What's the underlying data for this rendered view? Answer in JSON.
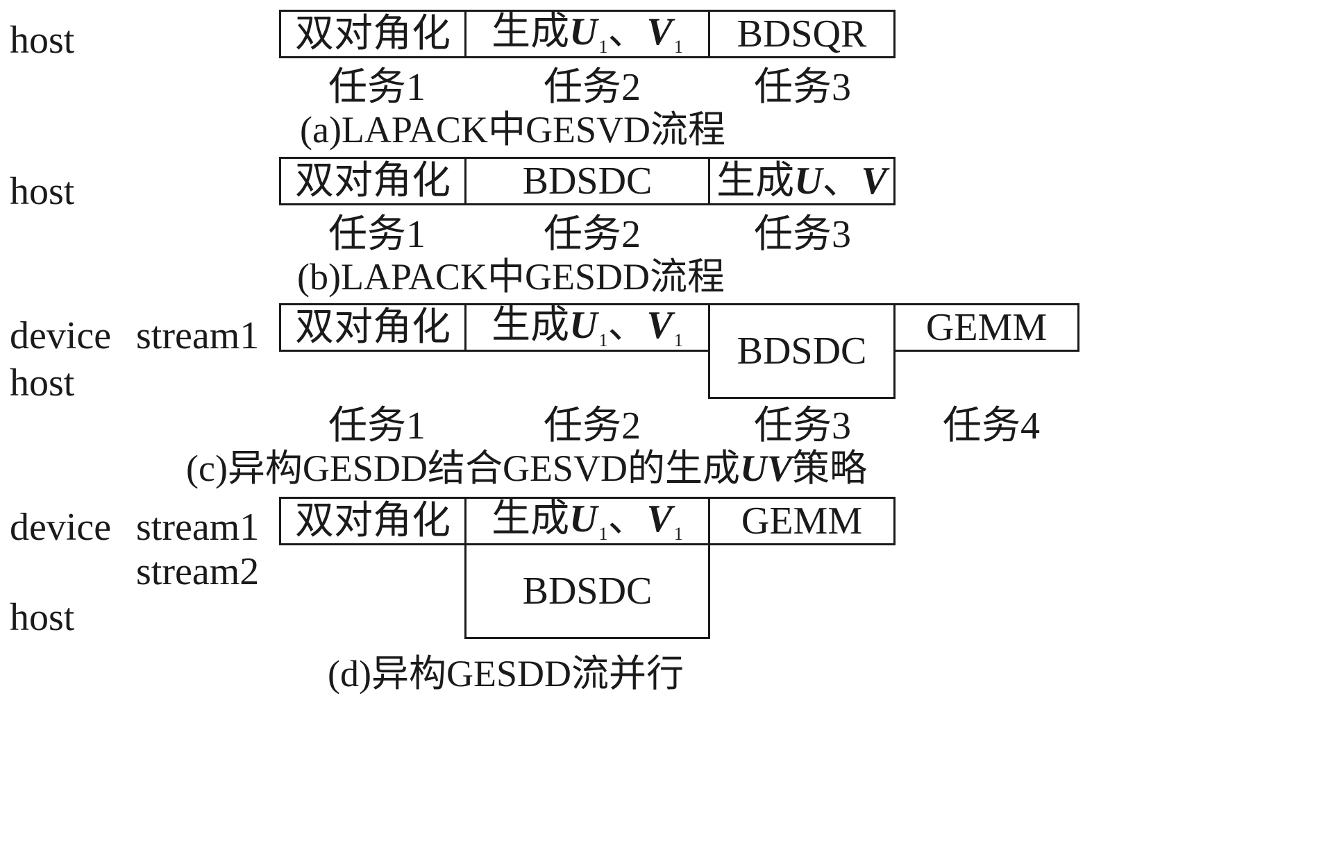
{
  "rows": {
    "host": "host",
    "device": "device",
    "stream1": "stream1",
    "stream2": "stream2"
  },
  "tasks": {
    "t1": "任务1",
    "t2": "任务2",
    "t3": "任务3",
    "t4": "任务4"
  },
  "blocks": {
    "bidiag": "双对角化",
    "gen_prefix": "生成",
    "U": "U",
    "V": "V",
    "sub1": "1",
    "sep": "、",
    "bdsqr": "BDSQR",
    "bdsdc": "BDSDC",
    "gemm": "GEMM"
  },
  "captions": {
    "a": "(a)LAPACK中GESVD流程",
    "b": "(b)LAPACK中GESDD流程",
    "c_prefix": "(c)异构GESDD结合GESVD的生成",
    "c_uv": "UV",
    "c_suffix": "策略",
    "d": "(d)异构GESDD流并行"
  }
}
